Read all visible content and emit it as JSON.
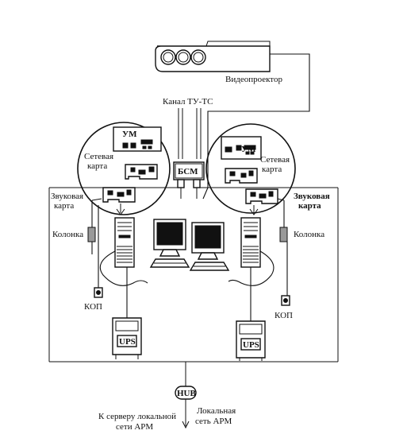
{
  "labels": {
    "videoprojector": "Видеопроектор",
    "channel": "Канал ТУ-ТС",
    "bsm": "БСМ",
    "um": "УМ",
    "network_card": [
      "Сетевая",
      "карта"
    ],
    "sound_card": [
      "Звуковая",
      "карта"
    ],
    "speaker": "Колонка",
    "kop": "КОП",
    "ups": "UPS",
    "hub": "HUB",
    "to_server": [
      "К серверу локальной",
      "сети АРМ"
    ],
    "local_network": [
      "Локальная",
      "сеть АРМ"
    ]
  },
  "colors": {
    "ink": "#111111",
    "background": "#ffffff",
    "monitor_screen": "#111111"
  }
}
